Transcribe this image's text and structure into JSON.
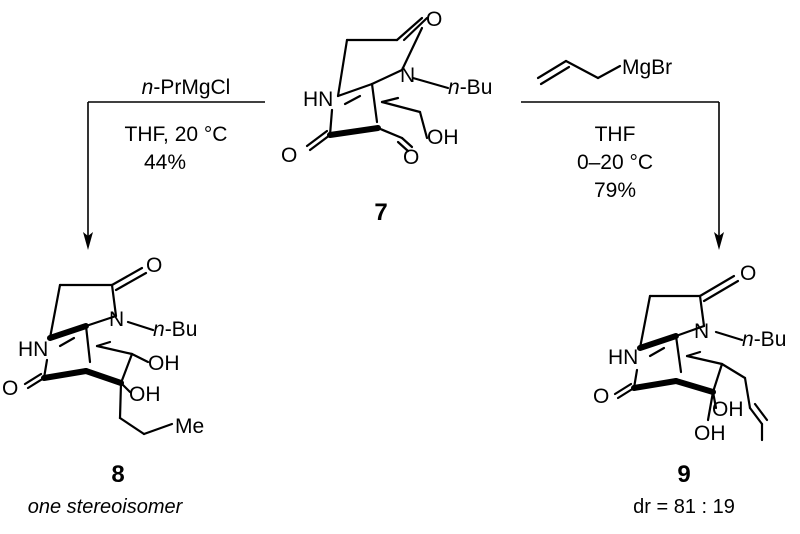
{
  "compounds": {
    "start": {
      "number": "7",
      "substituent": "n-Bu",
      "nh": "HN",
      "o_top": "O",
      "o_left": "O",
      "o_ketone": "O",
      "oh": "OH",
      "n": "N"
    },
    "left_product": {
      "number": "8",
      "note": "one stereoisomer",
      "substituent": "n-Bu",
      "nh": "HN",
      "o_top": "O",
      "o_left": "O",
      "oh1": "OH",
      "oh2": "OH",
      "me": "Me",
      "n": "N"
    },
    "right_product": {
      "number": "9",
      "note": "dr = 81 : 19",
      "substituent": "n-Bu",
      "nh": "HN",
      "o_top": "O",
      "o_left": "O",
      "oh1": "OH",
      "oh2": "OH",
      "n": "N"
    }
  },
  "arrows": {
    "left": {
      "reagent": "n-PrMgCl",
      "conditions": "THF, 20 °C",
      "yield": "44%"
    },
    "right": {
      "reagent": "MgBr",
      "solvent": "THF",
      "temperature": "0–20 °C",
      "yield": "79%"
    }
  }
}
